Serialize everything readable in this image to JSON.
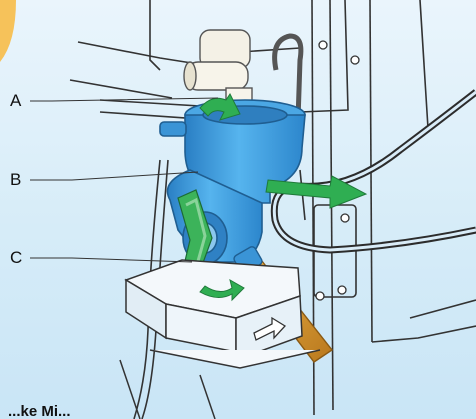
{
  "callouts": {
    "a": "A",
    "b": "B",
    "c": "C"
  },
  "caption": "...ke Mi...",
  "colors": {
    "background": "#d6ecf8",
    "vessel_blue": "#3f9fdf",
    "arrow_green": "#2fae52",
    "hose_orange": "#d99a2e",
    "tab_yellow": "#f6c25a",
    "line_dark": "#333333"
  },
  "icons": [
    "arrow-icon"
  ]
}
